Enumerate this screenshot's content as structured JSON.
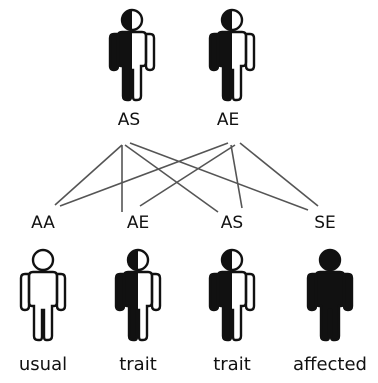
{
  "parents": [
    {
      "genotype": "AS",
      "fill": "half"
    },
    {
      "genotype": "AE",
      "fill": "half"
    }
  ],
  "children": [
    {
      "genotype": "AA",
      "fill": "empty",
      "phenotype": "usual"
    },
    {
      "genotype": "AE",
      "fill": "half",
      "phenotype": "trait"
    },
    {
      "genotype": "AS",
      "fill": "half",
      "phenotype": "trait"
    },
    {
      "genotype": "SE",
      "fill": "full",
      "phenotype": "affected"
    }
  ],
  "colors": {
    "ink": "#111111",
    "line": "#555555",
    "background": "#ffffff"
  }
}
